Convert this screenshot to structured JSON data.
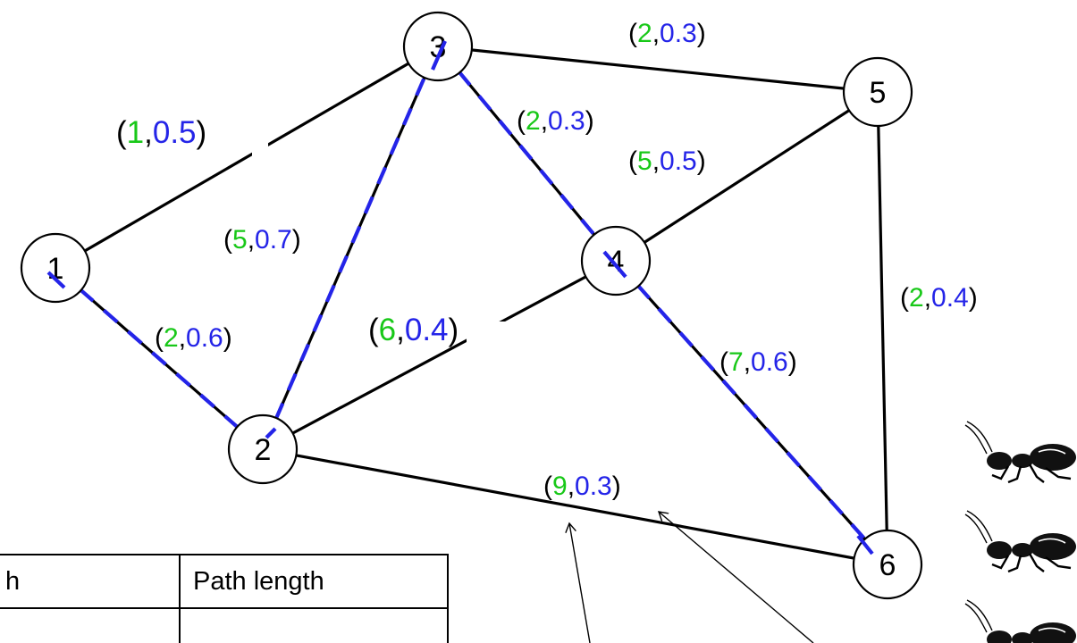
{
  "colors": {
    "cost": "#18c818",
    "pheromone": "#2424e8",
    "start": "#22dd22",
    "end": "#e82020",
    "edge": "#000000"
  },
  "nodes": [
    {
      "id": "1",
      "role": "start"
    },
    {
      "id": "2",
      "role": "normal"
    },
    {
      "id": "3",
      "role": "normal"
    },
    {
      "id": "4",
      "role": "normal"
    },
    {
      "id": "5",
      "role": "normal"
    },
    {
      "id": "6",
      "role": "end"
    }
  ],
  "edges": [
    {
      "from": "1",
      "to": "3",
      "cost": "1",
      "pheromone": "0.5",
      "on_path": false
    },
    {
      "from": "1",
      "to": "2",
      "cost": "2",
      "pheromone": "0.6",
      "on_path": true
    },
    {
      "from": "2",
      "to": "3",
      "cost": "5",
      "pheromone": "0.7",
      "on_path": true
    },
    {
      "from": "3",
      "to": "5",
      "cost": "2",
      "pheromone": "0.3",
      "on_path": false
    },
    {
      "from": "3",
      "to": "4",
      "cost": "2",
      "pheromone": "0.3",
      "on_path": true
    },
    {
      "from": "4",
      "to": "5",
      "cost": "5",
      "pheromone": "0.5",
      "on_path": false
    },
    {
      "from": "2",
      "to": "4",
      "cost": "6",
      "pheromone": "0.4",
      "on_path": false
    },
    {
      "from": "5",
      "to": "6",
      "cost": "2",
      "pheromone": "0.4",
      "on_path": false
    },
    {
      "from": "4",
      "to": "6",
      "cost": "7",
      "pheromone": "0.6",
      "on_path": true
    },
    {
      "from": "2",
      "to": "6",
      "cost": "9",
      "pheromone": "0.3",
      "on_path": false
    }
  ],
  "ants": 3,
  "table": {
    "headers": [
      "h",
      "Path length"
    ],
    "row_partial": [
      "",
      ""
    ]
  }
}
